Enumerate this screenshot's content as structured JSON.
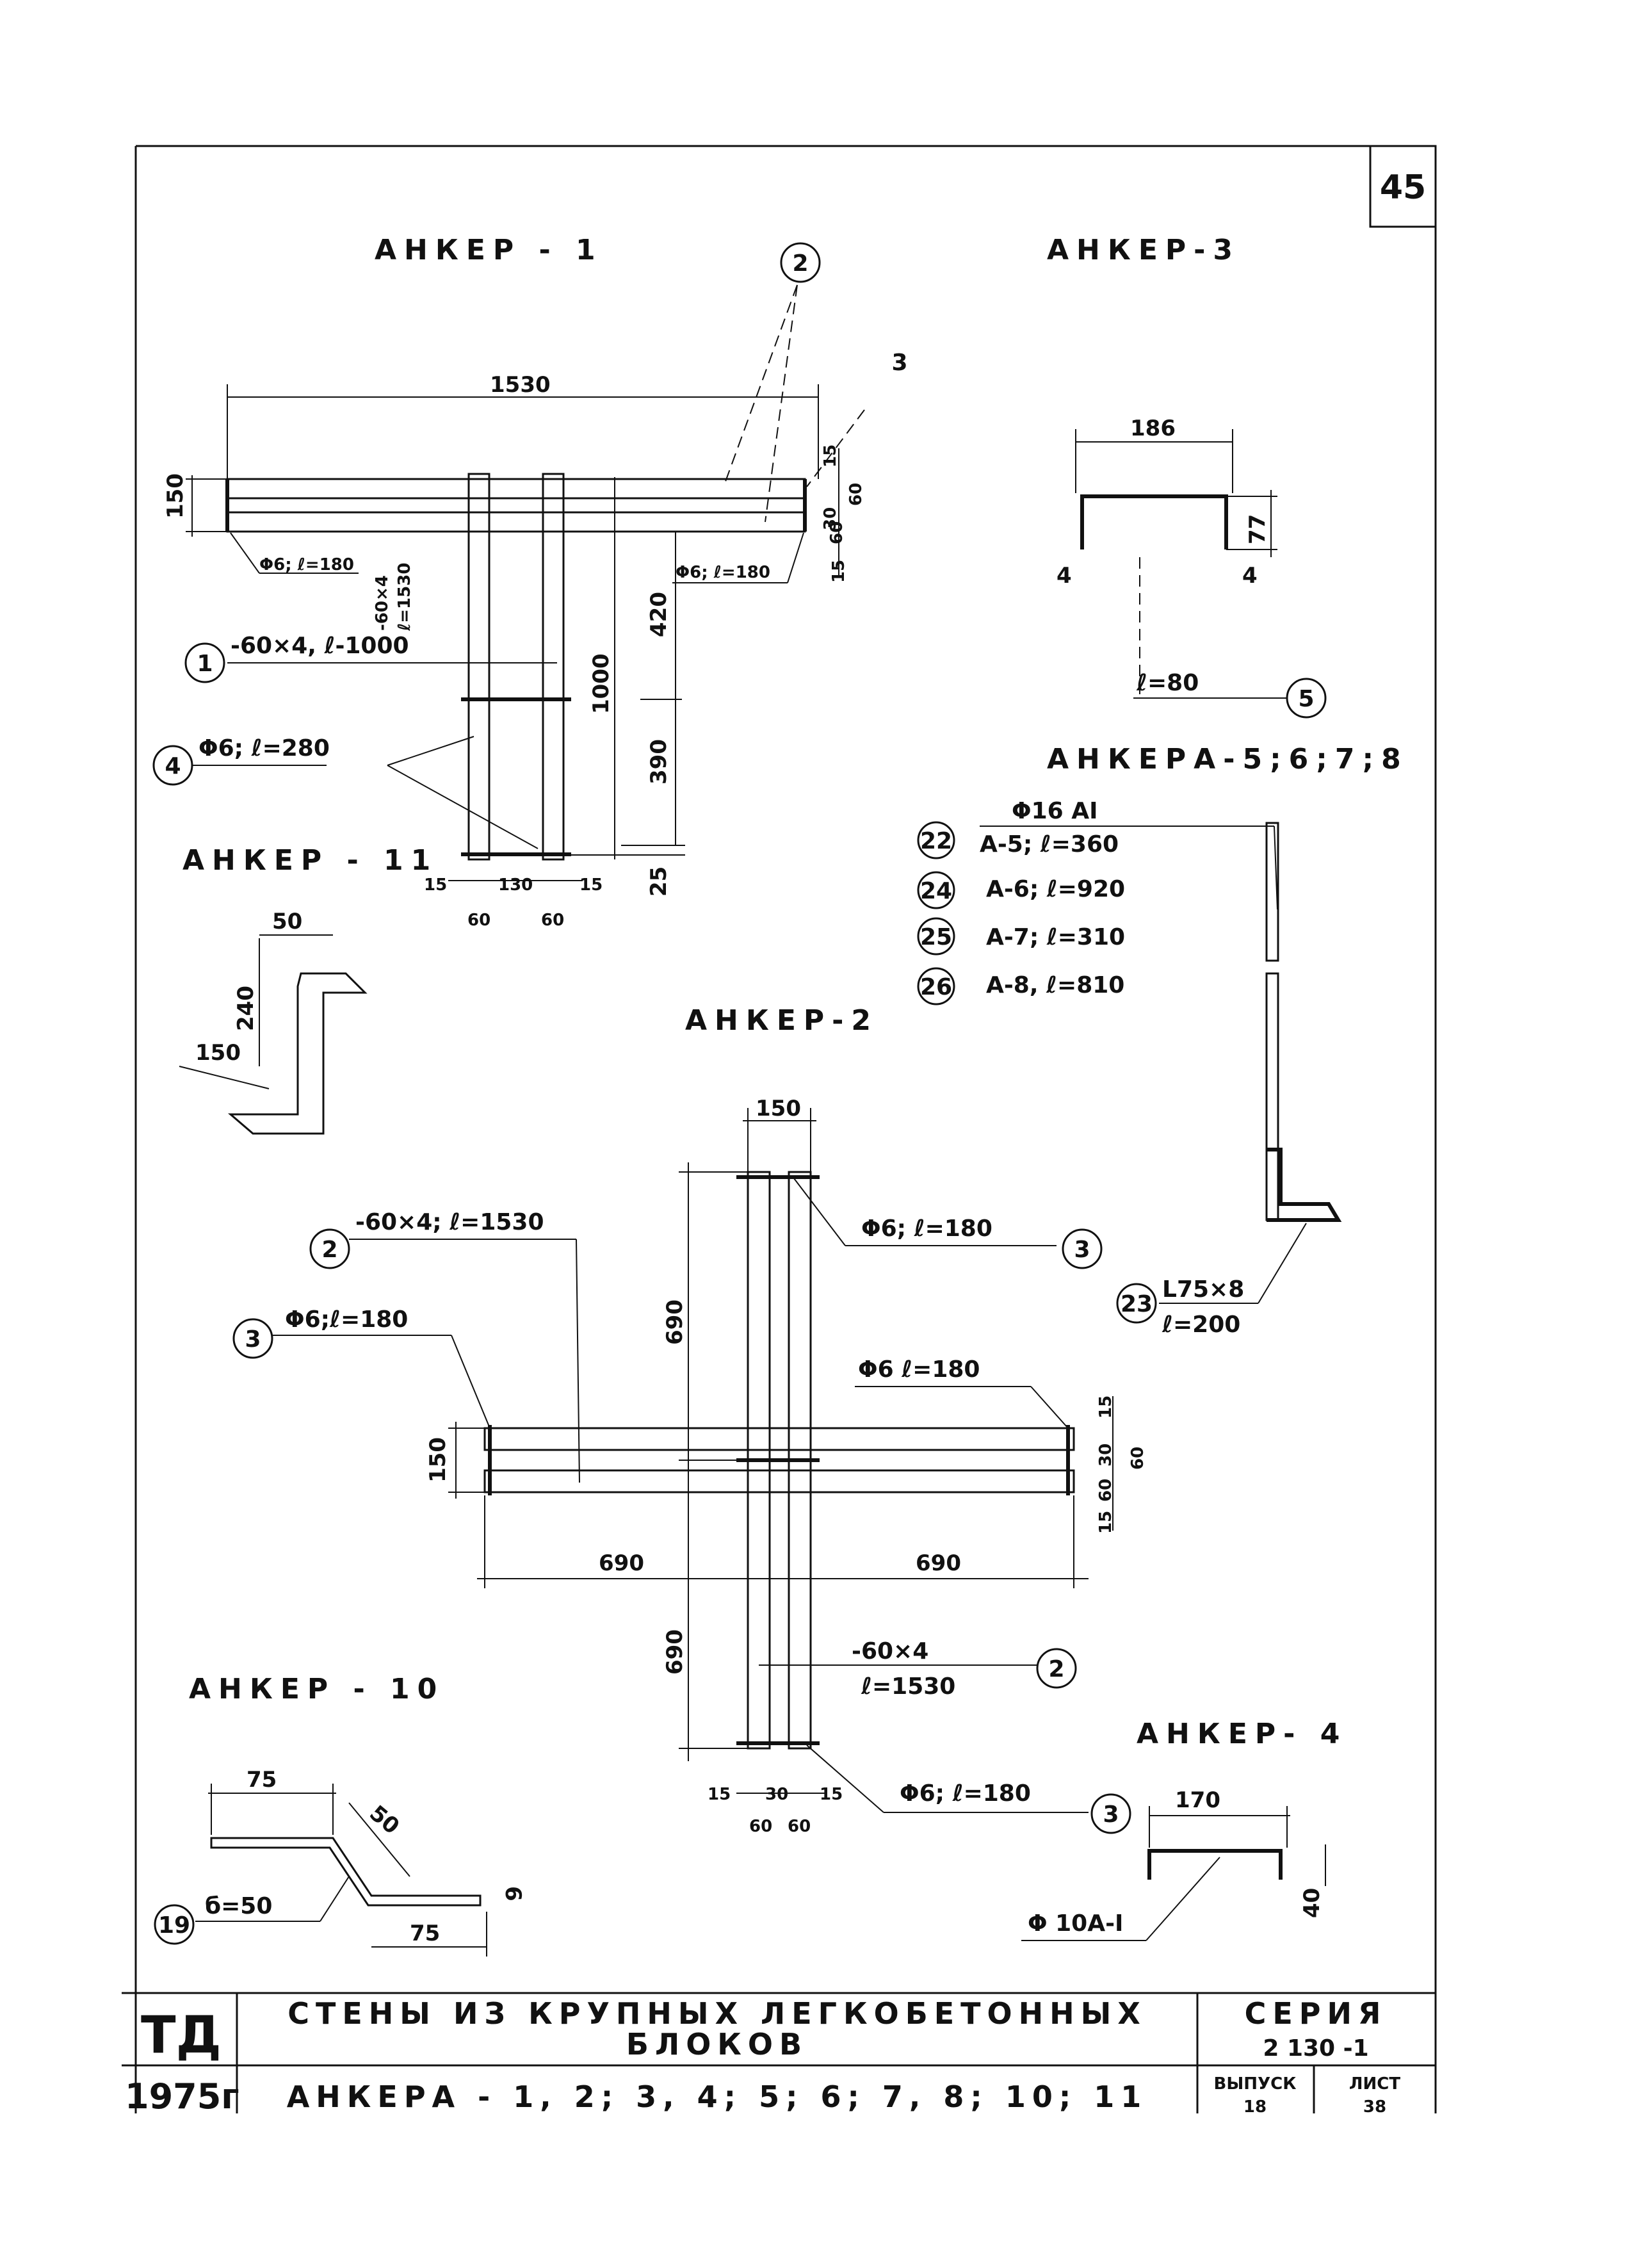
{
  "sheet_number": "45",
  "anchors": {
    "a1": {
      "title": "АНКЕР - 1",
      "dims": {
        "len": "1530",
        "h": "150",
        "d15a": "15",
        "d30": "30",
        "d60a": "60",
        "d60b": "60",
        "d15b": "15",
        "h420": "420",
        "h1000": "1000",
        "h390": "390",
        "h25": "25",
        "b15a": "15",
        "b130": "130",
        "b15b": "15",
        "b60a": "60",
        "b60b": "60"
      },
      "notes": {
        "rod_left": "Φ6; ℓ=180",
        "strip_v1": "-60×4",
        "strip_v2": "ℓ=1530",
        "rod_right": "Φ6; ℓ=180",
        "strip_vert": "-60×4, ℓ-1000",
        "rod_280": "Φ6; ℓ=280"
      },
      "callouts": {
        "c1": "1",
        "c2": "2",
        "c3": "3",
        "c4": "4"
      }
    },
    "a3": {
      "title": "АНКЕР-3",
      "dims": {
        "w": "186",
        "h": "77",
        "e1": "4",
        "e2": "4"
      },
      "note": "ℓ=80",
      "callout": "5"
    },
    "a5678": {
      "title": "АНКЕРА-5;6;7;8",
      "rod": "Φ16 АI",
      "rows": [
        {
          "pos": "22",
          "text": "А-5; ℓ=360"
        },
        {
          "pos": "24",
          "text": "А-6; ℓ=920"
        },
        {
          "pos": "25",
          "text": "А-7; ℓ=310"
        },
        {
          "pos": "26",
          "text": "А-8, ℓ=810"
        }
      ],
      "angle_pos": "23",
      "angle1": "L75×8",
      "angle2": "ℓ=200"
    },
    "a11": {
      "title": "АНКЕР - 11",
      "dims": {
        "d50": "50",
        "d240": "240",
        "d150": "150"
      }
    },
    "a2": {
      "title": "АНКЕР-2",
      "dims": {
        "top150": "150",
        "v690top": "690",
        "h150": "150",
        "l690": "690",
        "r690": "690",
        "v690bot": "690",
        "r15a": "15",
        "r30": "30",
        "r60a": "60",
        "r60b": "60",
        "r15b": "15",
        "b15a": "15",
        "b30": "30",
        "b15b": "15",
        "b60a": "60",
        "b60b": "60"
      },
      "notes": {
        "strip_h": "-60×4; ℓ=1530",
        "rod_left": "Φ6;ℓ=180",
        "rod_top": "Φ6; ℓ=180",
        "rod_right": "Φ6 ℓ=180",
        "strip_v1": "-60×4",
        "strip_v2": "ℓ=1530",
        "rod_bottom": "Φ6; ℓ=180"
      },
      "callouts": {
        "c2a": "2",
        "c3a": "3",
        "c3b": "3",
        "c2b": "2",
        "c3c": "3"
      }
    },
    "a10": {
      "title": "АНКЕР - 10",
      "dims": {
        "d75a": "75",
        "d50": "50",
        "d75b": "75",
        "d6": "6"
      },
      "note": "б=50",
      "callout": "19"
    },
    "a4": {
      "title": "АНКЕР- 4",
      "dims": {
        "w": "170",
        "h": "40"
      },
      "note": "Φ 10А-I"
    }
  },
  "stamp": {
    "code": "ТД",
    "year": "1975г",
    "title1": "СТЕНЫ ИЗ КРУПНЫХ ЛЕГКОБЕТОННЫХ",
    "title2": "БЛОКОВ",
    "title3": "АНКЕРА - 1, 2; 3, 4; 5; 6; 7, 8; 10; 11",
    "series_label": "СЕРИЯ",
    "series_value": "2 130 -1",
    "issue_label": "ВЫПУСК",
    "issue_value": "18",
    "sheet_label": "ЛИСТ",
    "sheet_value": "38"
  }
}
